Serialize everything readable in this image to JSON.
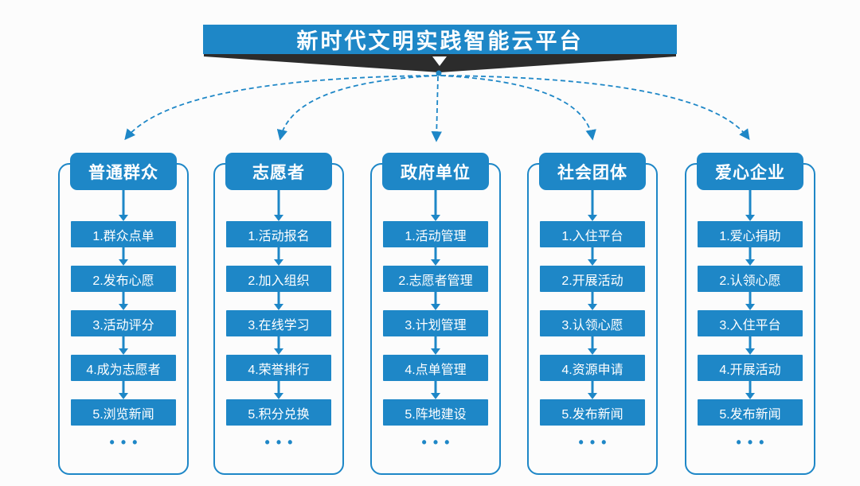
{
  "title": "新时代文明实践智能云平台",
  "ellipsis": "•••",
  "colors": {
    "primary": "#1e87c7",
    "wedge": "#2c2c2c",
    "background": "#fcfcfc",
    "text_on_blue": "#ffffff"
  },
  "columns": [
    {
      "header": "普通群众",
      "items": [
        "1.群众点单",
        "2.发布心愿",
        "3.活动评分",
        "4.成为志愿者",
        "5.浏览新闻"
      ]
    },
    {
      "header": "志愿者",
      "items": [
        "1.活动报名",
        "2.加入组织",
        "3.在线学习",
        "4.荣誉排行",
        "5.积分兑换"
      ]
    },
    {
      "header": "政府单位",
      "items": [
        "1.活动管理",
        "2.志愿者管理",
        "3.计划管理",
        "4.点单管理",
        "5.阵地建设"
      ]
    },
    {
      "header": "社会团体",
      "items": [
        "1.入住平台",
        "2.开展活动",
        "3.认领心愿",
        "4.资源申请",
        "5.发布新闻"
      ]
    },
    {
      "header": "爱心企业",
      "items": [
        "1.爱心捐助",
        "2.认领心愿",
        "3.入住平台",
        "4.开展活动",
        "5.发布新闻"
      ]
    }
  ]
}
